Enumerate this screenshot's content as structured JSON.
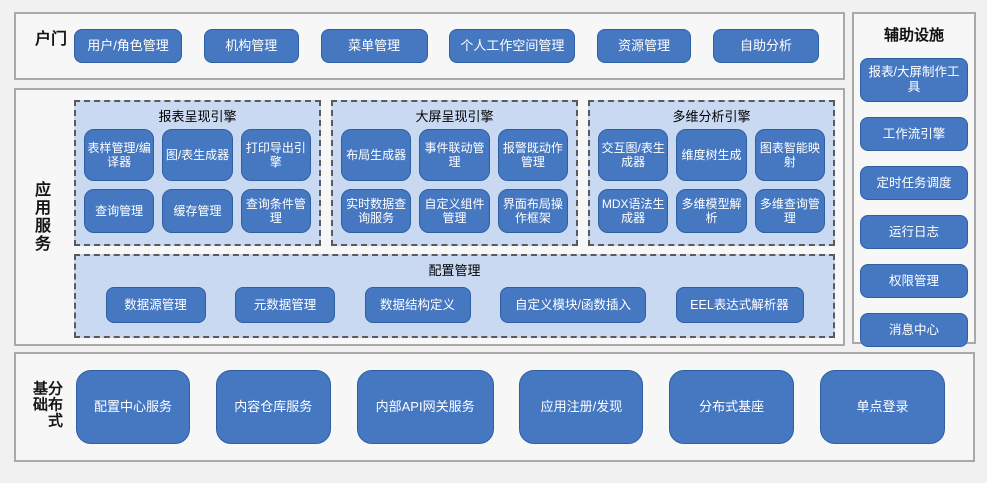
{
  "portal": {
    "label": "门户",
    "buttons": [
      "用户/角色管理",
      "机构管理",
      "菜单管理",
      "个人工作空间管理",
      "资源管理",
      "自助分析"
    ]
  },
  "app_services": {
    "label": "应用服务",
    "engines": [
      {
        "title": "报表呈现引擎",
        "buttons": [
          "表样管理/编译器",
          "图/表生成器",
          "打印导出引擎",
          "查询管理",
          "缓存管理",
          "查询条件管理"
        ]
      },
      {
        "title": "大屏呈现引擎",
        "buttons": [
          "布局生成器",
          "事件联动管理",
          "报警既动作管理",
          "实时数据查询服务",
          "自定义组件管理",
          "界面布局操作框架"
        ]
      },
      {
        "title": "多维分析引擎",
        "buttons": [
          "交互图/表生成器",
          "维度树生成",
          "图表智能映射",
          "MDX语法生成器",
          "多维模型解析",
          "多维查询管理"
        ]
      }
    ],
    "config": {
      "title": "配置管理",
      "buttons": [
        "数据源管理",
        "元数据管理",
        "数据结构定义",
        "自定义模块/函数插入",
        "EEL表达式解析器"
      ]
    }
  },
  "auxiliary": {
    "title": "辅助设施",
    "buttons": [
      "报表/大屏制作工具",
      "工作流引擎",
      "定时任务调度",
      "运行日志",
      "权限管理",
      "消息中心"
    ]
  },
  "foundation": {
    "label": "分布式基础",
    "buttons": [
      "配置中心服务",
      "内容仓库服务",
      "内部API网关服务",
      "应用注册/发现",
      "分布式基座",
      "单点登录"
    ]
  },
  "colors": {
    "button_fill": "#4678c2",
    "button_border": "#2e5fa3",
    "panel_bg": "#c9d9f1",
    "section_border": "#a9a9a9",
    "page_bg": "#f1f1f1"
  }
}
